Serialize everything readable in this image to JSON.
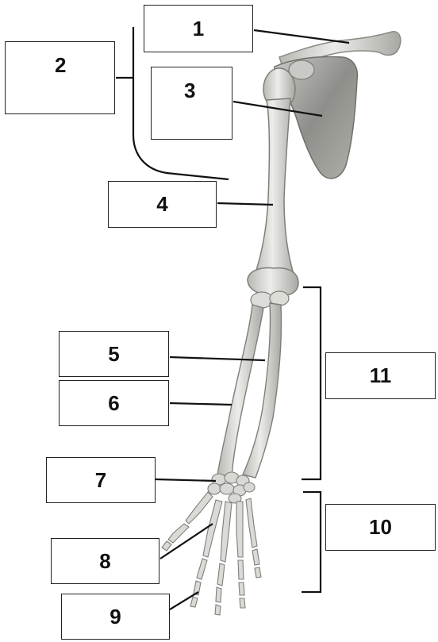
{
  "diagram": {
    "labels": {
      "l1": "1",
      "l2": "2",
      "l3": "3",
      "l4": "4",
      "l5": "5",
      "l6": "6",
      "l7": "7",
      "l8": "8",
      "l9": "9",
      "l10": "10",
      "l11": "11"
    },
    "colors": {
      "bone_fill": "#d6d6d2",
      "bone_shade": "#a9a9a4",
      "scapula_fill": "#9c9c98",
      "line": "#111111",
      "box_border": "#222222"
    }
  }
}
